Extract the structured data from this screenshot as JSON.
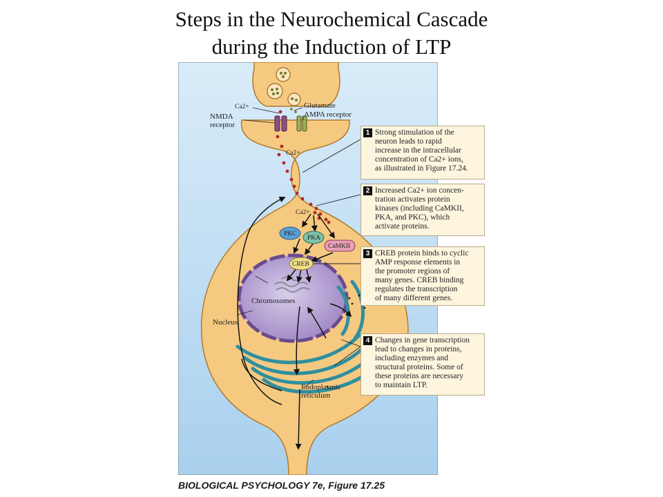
{
  "title": {
    "line1": "Steps in the Neurochemical Cascade",
    "line2": "during the Induction of LTP"
  },
  "labels": {
    "ca_top": "Ca2+",
    "glutamate": "Glutamate",
    "ampa": "AMPA receptor",
    "nmda_1": "NMDA",
    "nmda_2": "receptor",
    "ca_mid": "Ca2+",
    "ca_low": "Ca2+",
    "pkc": "PKC",
    "pka": "PKA",
    "camkii": "CaMKII",
    "creb": "CREB",
    "chromosomes": "Chromosomes",
    "nucleus": "Nucleus",
    "er_1": "Endoplasmic",
    "er_2": "reticulum"
  },
  "steps": [
    {
      "num": "1",
      "text": "Strong stimulation of the\nneuron leads to rapid\nincrease in the intracellular\nconcentration of Ca2+ ions,\nas illustrated in Figure 17.24."
    },
    {
      "num": "2",
      "text": "Increased Ca2+ ion concen-\ntration activates protein\nkinases (including CaMKII,\nPKA, and PKC), which\nactivate proteins."
    },
    {
      "num": "3",
      "text": "CREB protein binds to cyclic\nAMP response elements in\nthe promoter regions of\nmany genes. CREB binding\nregulates the transcription\nof many different genes."
    },
    {
      "num": "4",
      "text": "Changes in gene transcription\nlead to changes in proteins,\nincluding enzymes and\nstructural proteins. Some of\nthese proteins are necessary\nto maintain LTP."
    }
  ],
  "caption": "BIOLOGICAL PSYCHOLOGY 7e, Figure 17.25",
  "colors": {
    "background": "#cfe6f7",
    "cell": "#f6c981",
    "cell_edge": "#b07a2a",
    "nucleus": "#b49fd0",
    "nucleus_edge": "#6b4a8e",
    "er": "#2f8f9f",
    "ca_dot": "#b3262b",
    "pkc": "#5aa0d8",
    "pka": "#7cc1a8",
    "camkii": "#e8a0b4",
    "creb": "#f1e08a"
  }
}
